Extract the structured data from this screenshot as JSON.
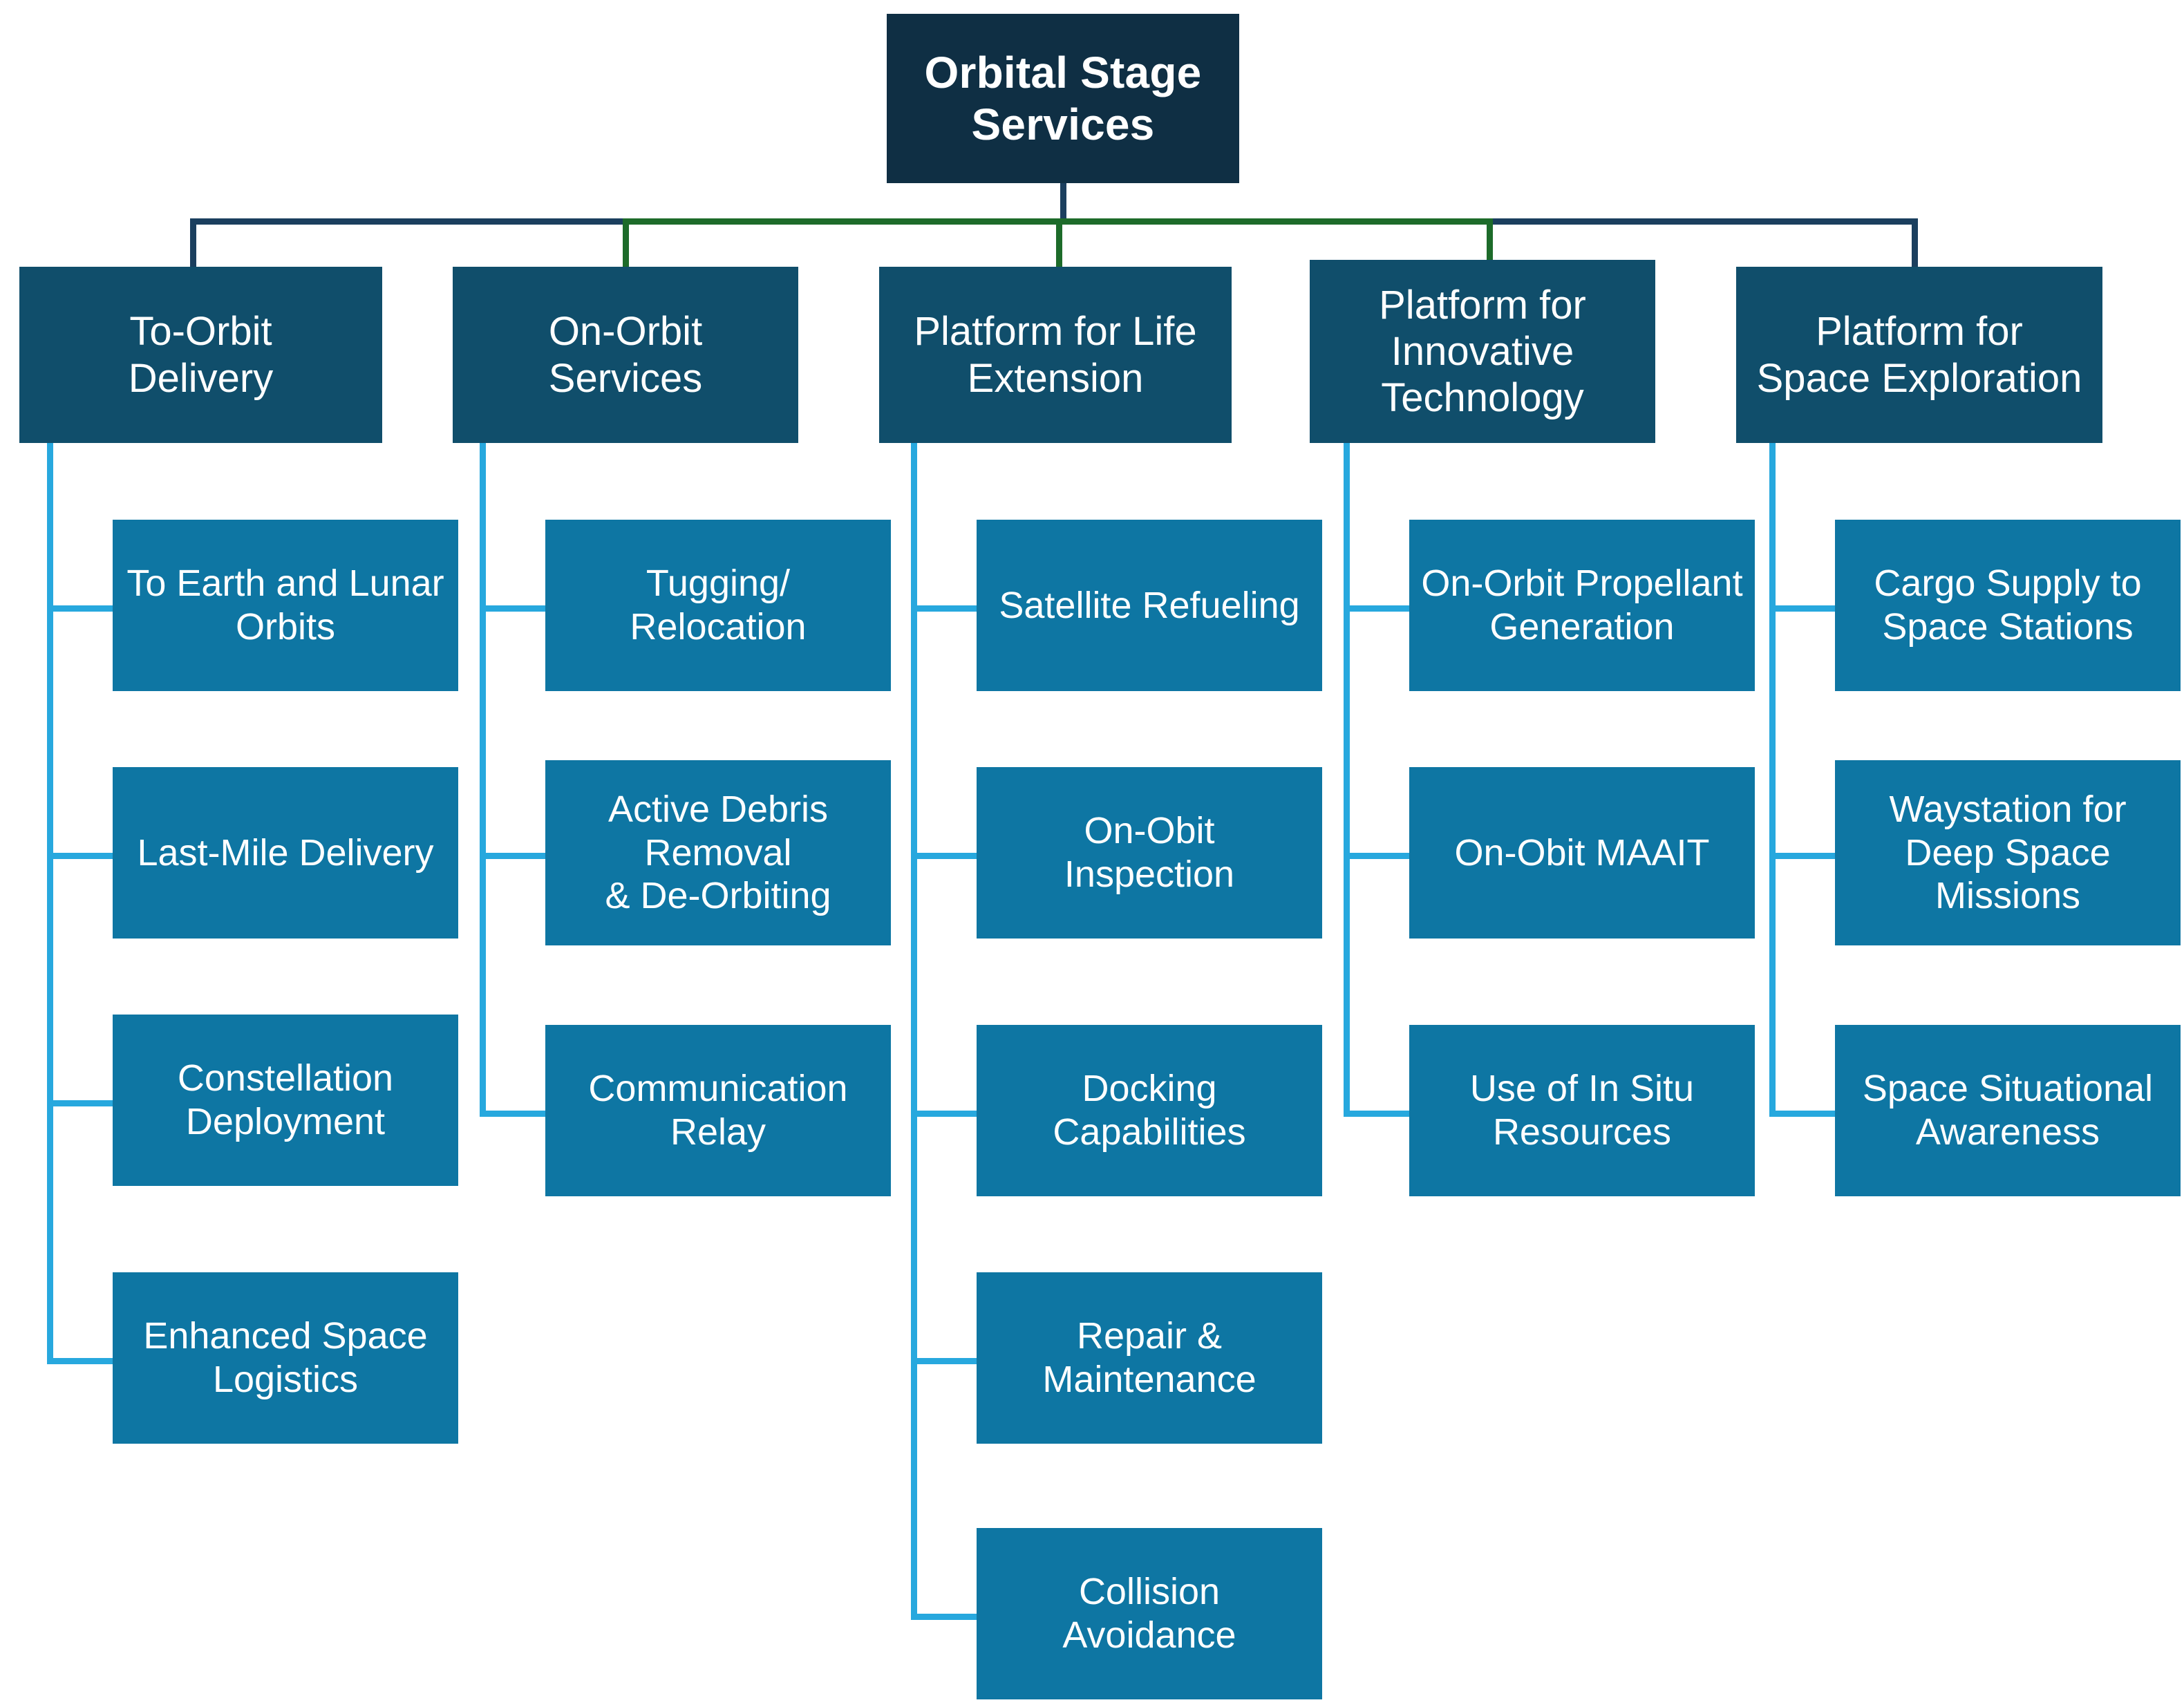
{
  "diagram": {
    "type": "organizational-tree",
    "title": "Orbital Stage Services",
    "colors": {
      "root_box": "#0f2f44",
      "category_box": "#104E6B",
      "leaf_box": "#0E76A3",
      "connector_navy": "#1b3f5e",
      "connector_green": "#1d6b2a",
      "connector_light_blue": "#27A8DE",
      "text": "#ffffff",
      "background": "#ffffff"
    }
  },
  "root": {
    "label": "Orbital Stage\nServices"
  },
  "branches": [
    {
      "id": "to-orbit-delivery",
      "label": "To-Orbit\nDelivery",
      "children": [
        {
          "label": "To Earth and Lunar\nOrbits"
        },
        {
          "label": "Last-Mile Delivery"
        },
        {
          "label": "Constellation\nDeployment"
        },
        {
          "label": "Enhanced Space\nLogistics"
        }
      ]
    },
    {
      "id": "on-orbit-services",
      "label": "On-Orbit\nServices",
      "children": [
        {
          "label": "Tugging/\nRelocation"
        },
        {
          "label": "Active Debris\nRemoval\n& De-Orbiting"
        },
        {
          "label": "Communication\nRelay"
        }
      ]
    },
    {
      "id": "platform-for-life-extension",
      "label": "Platform for Life\nExtension",
      "children": [
        {
          "label": "Satellite Refueling"
        },
        {
          "label": "On-Obit\nInspection"
        },
        {
          "label": "Docking Capabilities"
        },
        {
          "label": "Repair &\nMaintenance"
        },
        {
          "label": "Collision\nAvoidance"
        }
      ]
    },
    {
      "id": "platform-for-innovative-technology",
      "label": "Platform for\nInnovative\nTechnology",
      "children": [
        {
          "label": "On-Orbit Propellant\nGeneration"
        },
        {
          "label": "On-Obit MAAIT"
        },
        {
          "label": "Use of In Situ\nResources"
        }
      ]
    },
    {
      "id": "platform-for-space-exploration",
      "label": "Platform for\nSpace Exploration",
      "children": [
        {
          "label": "Cargo Supply to\nSpace Stations"
        },
        {
          "label": "Waystation for\nDeep Space\nMissions"
        },
        {
          "label": "Space Situational\nAwareness"
        }
      ]
    }
  ]
}
